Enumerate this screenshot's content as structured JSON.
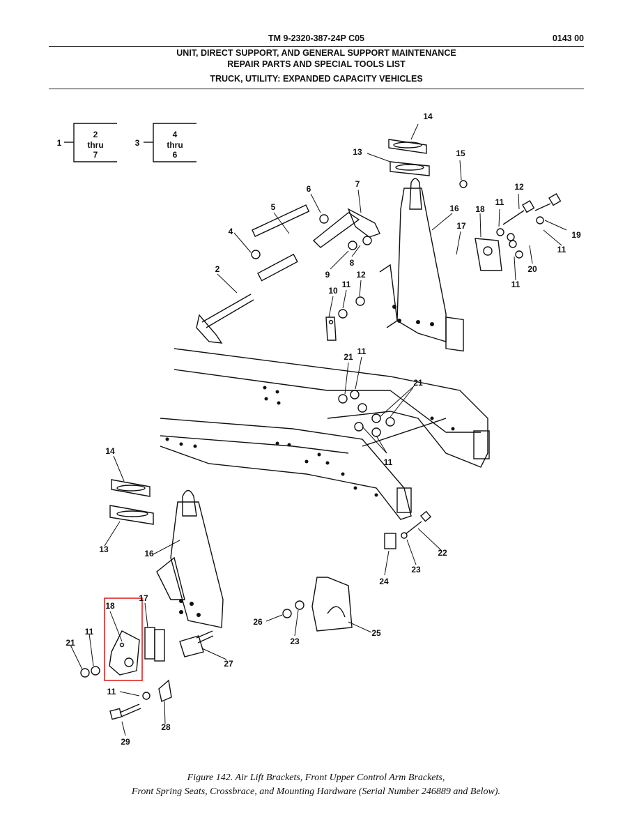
{
  "header": {
    "manual_code": "TM 9-2320-387-24P  C05",
    "page_number": "0143 00",
    "title_line1": "UNIT, DIRECT SUPPORT, AND GENERAL SUPPORT MAINTENANCE",
    "title_line2": "REPAIR PARTS AND SPECIAL TOOLS LIST",
    "title_line3": "TRUCK, UTILITY: EXPANDED CAPACITY VEHICLES"
  },
  "figure": {
    "box1": {
      "callout": "1",
      "line1": "2",
      "line2": "thru",
      "line3": "7"
    },
    "box2": {
      "callout": "3",
      "line1": "4",
      "line2": "thru",
      "line3": "6"
    },
    "callouts": [
      "14",
      "13",
      "15",
      "12",
      "7",
      "6",
      "5",
      "4",
      "16",
      "17",
      "18",
      "11",
      "19",
      "11",
      "20",
      "11",
      "2",
      "9",
      "8",
      "10",
      "11",
      "12",
      "21",
      "11",
      "21",
      "11",
      "14",
      "13",
      "16",
      "17",
      "18",
      "11",
      "21",
      "27",
      "26",
      "23",
      "25",
      "22",
      "23",
      "24",
      "11",
      "28",
      "29"
    ],
    "highlight_color": "#e03c3c"
  },
  "caption": {
    "line1": "Figure 142.  Air Lift Brackets, Front Upper Control Arm Brackets,",
    "line2": "Front Spring Seats, Crossbrace, and Mounting Hardware (Serial Number 246889 and Below)."
  }
}
